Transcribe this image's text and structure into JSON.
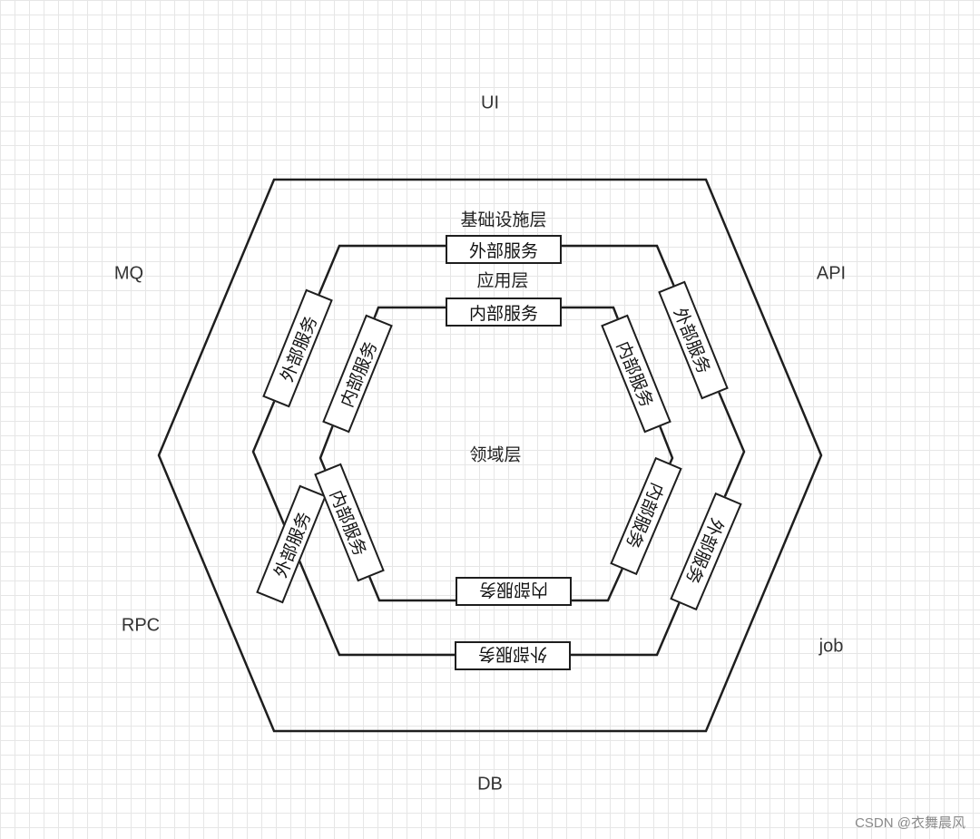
{
  "surroundings": {
    "ui": "UI",
    "mq": "MQ",
    "api": "API",
    "rpc": "RPC",
    "job": "job",
    "db": "DB"
  },
  "layers": {
    "infrastructure": "基础设施层",
    "application": "应用层",
    "domain": "领域层"
  },
  "services": {
    "external": "外部服务",
    "internal": "内部服务"
  },
  "watermark": "CSDN @衣舞晨风"
}
